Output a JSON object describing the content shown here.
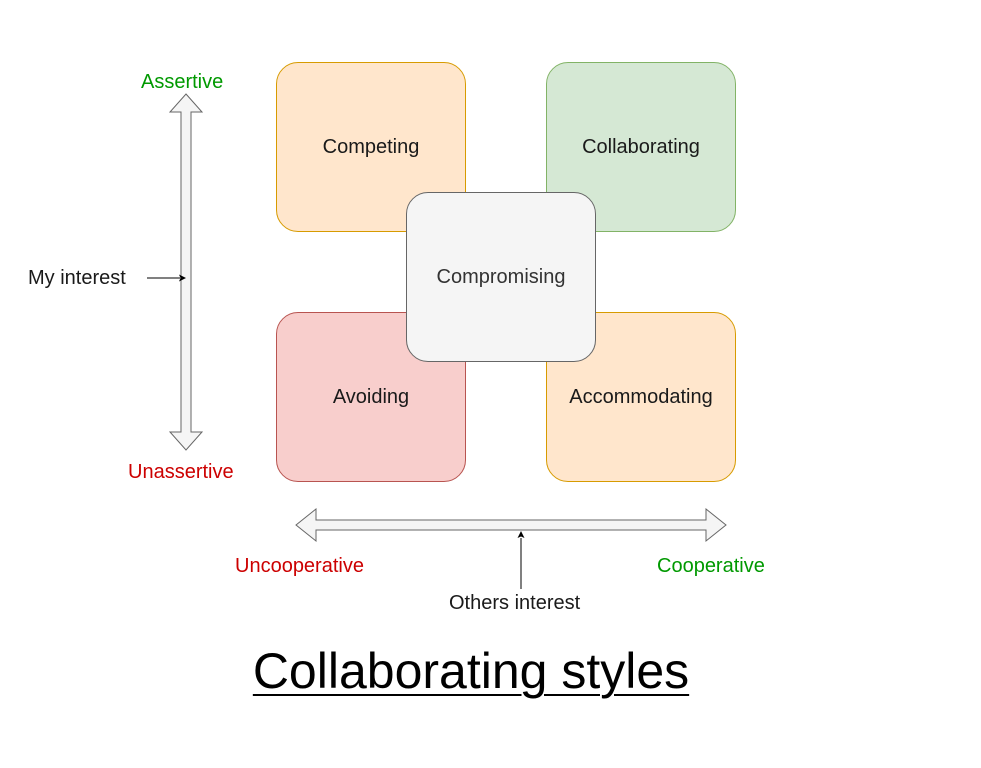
{
  "title": "Collaborating styles",
  "quadrants": {
    "competing": "Competing",
    "collaborating": "Collaborating",
    "compromising": "Compromising",
    "avoiding": "Avoiding",
    "accommodating": "Accommodating"
  },
  "vertical_axis": {
    "top_label": "Assertive",
    "bottom_label": "Unassertive",
    "caption": "My interest"
  },
  "horizontal_axis": {
    "left_label": "Uncooperative",
    "right_label": "Cooperative",
    "caption": "Others interest"
  },
  "colors": {
    "competing_fill": "#ffe6cc",
    "collaborating_fill": "#d5e8d4",
    "avoiding_fill": "#f8cecc",
    "accommodating_fill": "#ffe6cc",
    "compromising_fill": "#f5f5f5",
    "positive_label": "#009900",
    "negative_label": "#cc0000"
  }
}
